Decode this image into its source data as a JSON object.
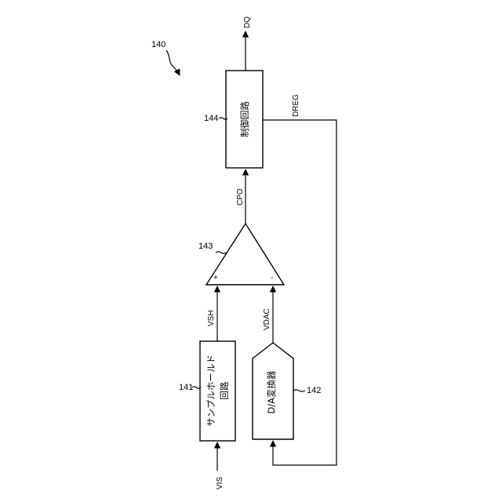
{
  "figure": {
    "ref_main": "140",
    "blocks": {
      "sample_hold": {
        "ref": "141",
        "line1": "サンプルホールド",
        "line2": "回路"
      },
      "dac": {
        "ref": "142",
        "label": "D/A変換器"
      },
      "comparator": {
        "ref": "143",
        "plus": "+",
        "minus": "-"
      },
      "control": {
        "ref": "144",
        "label": "制御回路"
      }
    },
    "signals": {
      "vis": "VIS",
      "vsh": "VSH",
      "vdac": "VDAC",
      "cpo": "CPO",
      "dq": "DQ",
      "dreg": "DREG"
    }
  }
}
